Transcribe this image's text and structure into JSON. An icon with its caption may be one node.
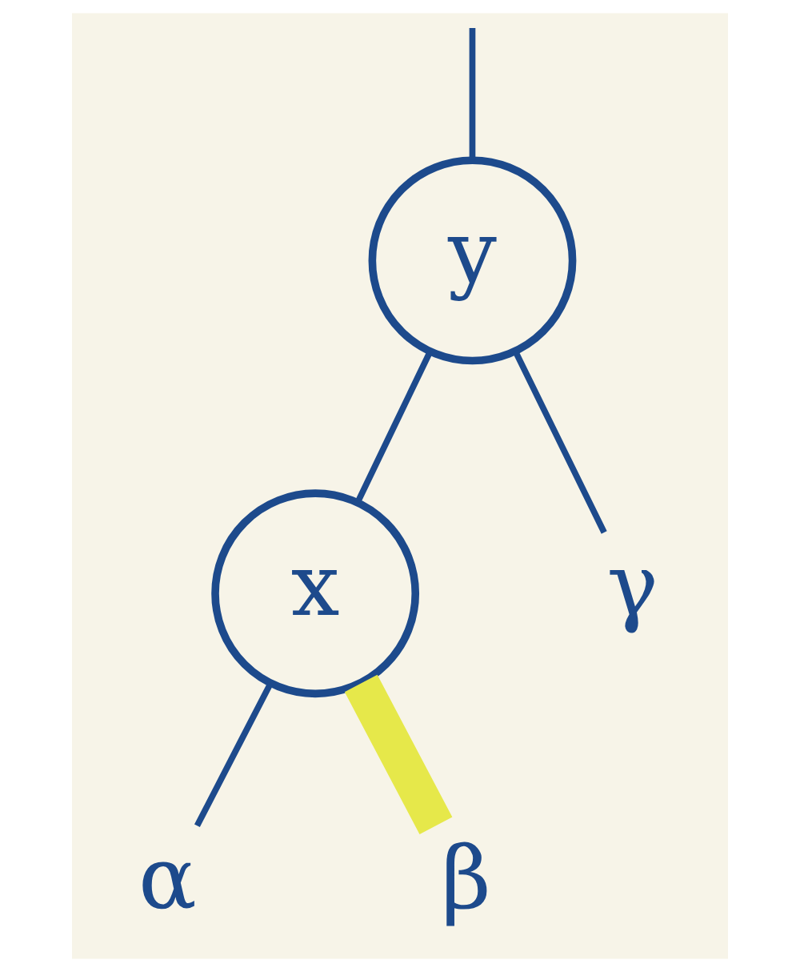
{
  "diagram": {
    "nodes": [
      {
        "text": [
          "y"
        ]
      },
      {
        "text": [
          "x"
        ]
      },
      {
        "text": [
          "γ"
        ]
      },
      {
        "text": [
          "α"
        ]
      },
      {
        "text": [
          "β"
        ]
      }
    ],
    "edges": [
      {
        "from": null,
        "to": 0,
        "arrow": "none"
      },
      {
        "from": 0,
        "to": 1,
        "arrow": "none"
      },
      {
        "from": 0,
        "to": 2,
        "arrow": "none"
      },
      {
        "from": 1,
        "to": 3,
        "arrow": "none"
      },
      {
        "from": 1,
        "to": 4,
        "arrow": "none",
        "style": "thick",
        "color": "#e6e84a"
      }
    ]
  }
}
